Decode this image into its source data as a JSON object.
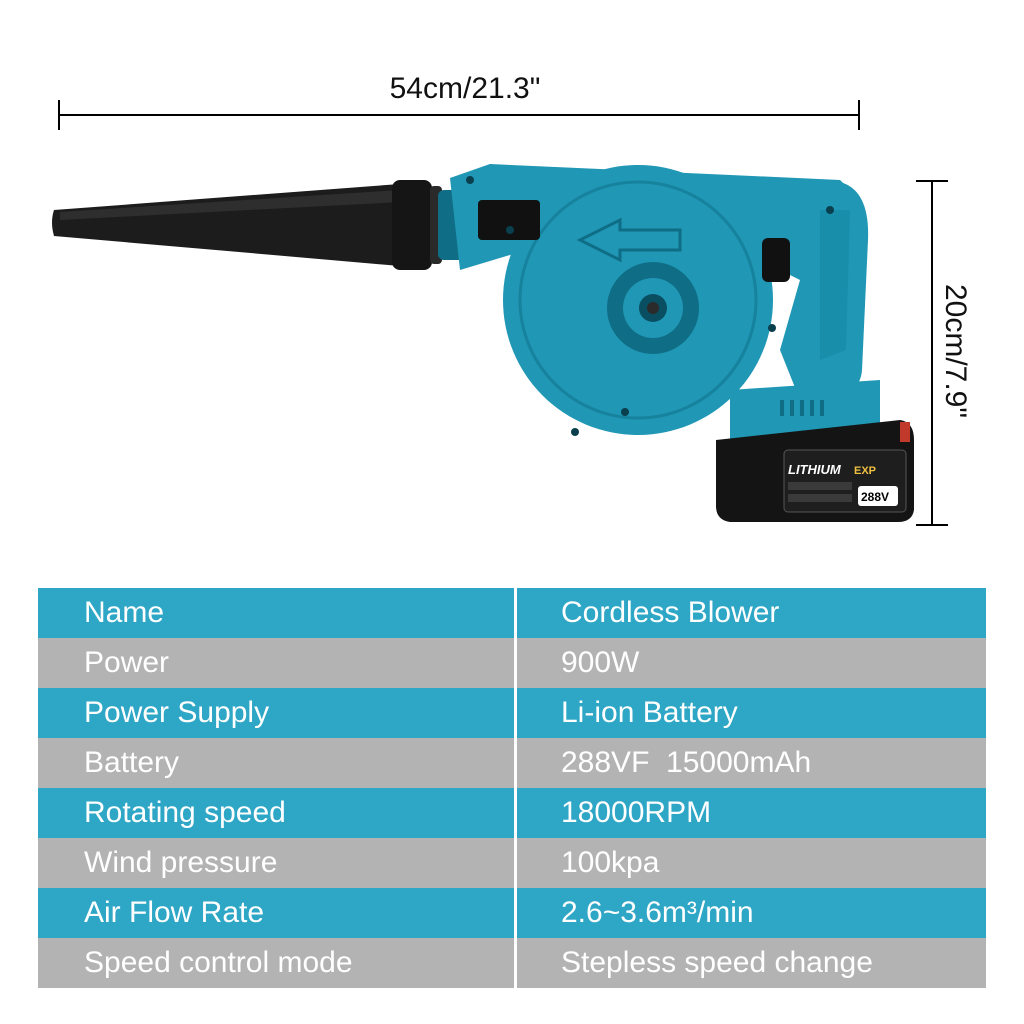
{
  "dimensions": {
    "length_label": "54cm/21.3\"",
    "height_label": "20cm/7.9\""
  },
  "product": {
    "battery_brand_label": "LITHIUM",
    "battery_logo_text": "EXP",
    "battery_voltage_label": "288V"
  },
  "colors": {
    "row_teal": "#2ea6c6",
    "row_grey": "#b3b3b3",
    "tool_body": "#1f97b5",
    "tool_dark": "#0f6e86"
  },
  "specs": [
    {
      "key": "Name",
      "value": "Cordless Blower"
    },
    {
      "key": "Power",
      "value": "900W"
    },
    {
      "key": "Power Supply",
      "value": "Li-ion Battery"
    },
    {
      "key": "Battery",
      "value": "288VF  15000mAh"
    },
    {
      "key": "Rotating speed",
      "value": "18000RPM"
    },
    {
      "key": "Wind pressure",
      "value": "100kpa"
    },
    {
      "key": "Air Flow Rate",
      "value": "2.6~3.6m³/min"
    },
    {
      "key": "Speed control mode",
      "value": "Stepless speed change"
    }
  ]
}
